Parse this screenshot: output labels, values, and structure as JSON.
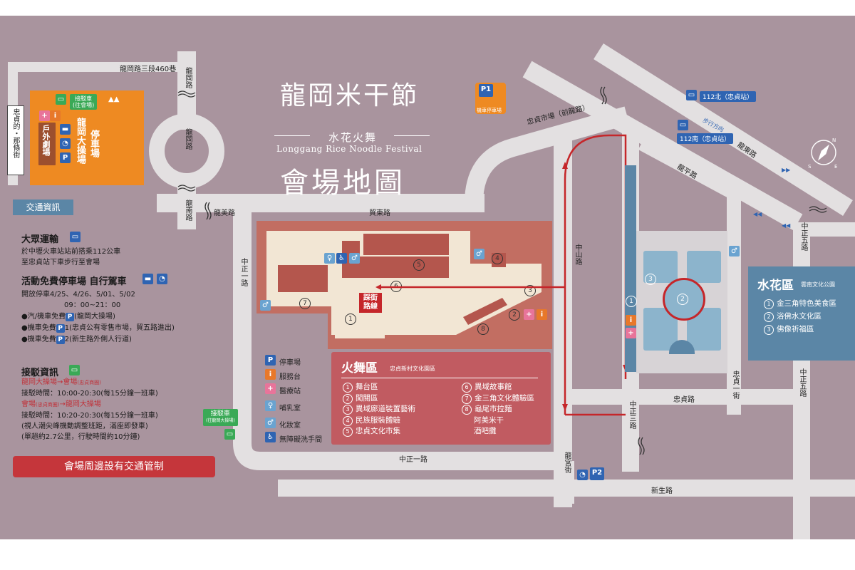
{
  "title": {
    "main": "龍岡米干節",
    "sub": "水花火舞",
    "english": "Longgang Rice Noodle Festival",
    "map_title": "會場地圖"
  },
  "roads": {
    "longgang_460": "龍岡路三段460巷",
    "longgang_road_top": "龍岡路",
    "longgang_road_circle": "龍岡路",
    "longnan": "龍南路",
    "longmei": "龍美路",
    "maodong": "貿東路",
    "zhongzheng_1": "中正一路",
    "zhongzheng_1_bottom": "中正一路",
    "zhongshan": "中山路",
    "zhongzhen_market": "忠貞市場（前龍路）",
    "longping": "龍平路",
    "longdong": "龍東路",
    "zhongzheng_5": "中正五路",
    "zhongzheng_5_b": "中正五路",
    "zhongzheng_3": "中正三路",
    "zhongzhen_1st": "忠貞一街",
    "zhongzhen_road": "忠貞路",
    "longgong": "龍宮街",
    "xinsheng": "新生路",
    "zhongzhen_side": "忠貞的・那條街",
    "walk_dir": "步行方向"
  },
  "bus_stops": {
    "stop_112_north": "112北（忠貞站）",
    "stop_112_south": "112南（忠貞站）"
  },
  "parking_lot": {
    "name": "龍岡大操場",
    "suffix": "停車場",
    "outdoor_theatre": "戶外劇場",
    "shuttle": "接駁車",
    "shuttle_sub": "(往會場)",
    "p1_label": "機車停車場",
    "p1_badge": "P1",
    "p2_badge": "P2"
  },
  "legend_left": {
    "traffic_header": "交通資訊",
    "public_transport": "大眾運輸",
    "public_line1": "於中壢火車站站前搭乘112公車",
    "public_line2": "至忠貞站下車步行至會場",
    "parking_header": "活動免費停車場 自行駕車",
    "open_dates": "開放停車4/25、4/26、5/01、5/02",
    "open_hours": "09：00~21：00",
    "car_free": "●汽/機車免費",
    "car_free_place": "(龍岡大操場)",
    "moto_p1": "●機車免費",
    "moto_p1_place": "1(忠貞公有零售市場，貿五路進出)",
    "moto_p2": "●機車免費",
    "moto_p2_place": "2(新生路外側人行道)",
    "shuttle_header": "接駁資訊",
    "route1_a": "龍岡大操場→會場",
    "route1_b": "(忠貞商圈)",
    "route1_time": "接駁時間：10:00-20:30(每15分鐘一班車)",
    "route2_a": "會場",
    "route2_b": "(忠貞商圈)",
    "route2_c": "→龍岡大操場",
    "route2_time": "接駁時間：10:20-20:30(每15分鐘一班車)",
    "note1": "(視人潮尖峰機動調整班距，滿座即發車)",
    "note2": "(單趟約2.7公里，行駛時間約10分鐘)",
    "traffic_control": "會場周邊設有交通管制"
  },
  "shuttle_near_venue": {
    "label": "接駁車",
    "sub": "(往龍岡大操場)"
  },
  "facility_legend": [
    {
      "icon": "P",
      "label": "停車場"
    },
    {
      "icon": "i",
      "label": "服務台"
    },
    {
      "icon": "+",
      "label": "醫療站"
    },
    {
      "icon": "♀",
      "label": "哺乳室"
    },
    {
      "icon": "♂",
      "label": "化妝室"
    },
    {
      "icon": "♿",
      "label": "無障礙洗手間"
    }
  ],
  "fire_zone": {
    "title": "火舞區",
    "subtitle": "忠貞新村文化園區",
    "items_left": [
      "舞台區",
      "闖關區",
      "異域廊道裝置藝術",
      "民族服裝體驗",
      "忠貞文化市集"
    ],
    "items_right": [
      "異域故事館",
      "金三角文化體驗區",
      "龜尾市拉麵",
      "阿美米干",
      "酒吧攤"
    ],
    "nums_left": [
      "1",
      "2",
      "3",
      "4",
      "5"
    ],
    "nums_right": [
      "6",
      "7",
      "8"
    ]
  },
  "water_zone": {
    "title": "水花區",
    "subtitle": "雲南文化公園",
    "items": [
      "金三角特色美食區",
      "浴佛水文化區",
      "佛像祈福區"
    ],
    "nums": [
      "1",
      "2",
      "3"
    ]
  },
  "venue_labels": {
    "walk_route": "踩街路線",
    "n1": "1",
    "n2": "2",
    "n3": "3",
    "n5": "5",
    "n6": "6",
    "n7": "7",
    "n8": "8"
  },
  "compass": {
    "n": "N",
    "e": "E",
    "s": "S"
  },
  "colors": {
    "background": "#a9949e",
    "road": "#e3e0e1",
    "venue_outer": "#c26e62",
    "venue_inner": "#f2e6d4",
    "building": "#b4564d",
    "zone_box": "#c15b61",
    "water_box": "#5b86a6",
    "orange": "#ee8a22",
    "red_route": "#c5262a",
    "blue_park": "#8cb4cc"
  }
}
